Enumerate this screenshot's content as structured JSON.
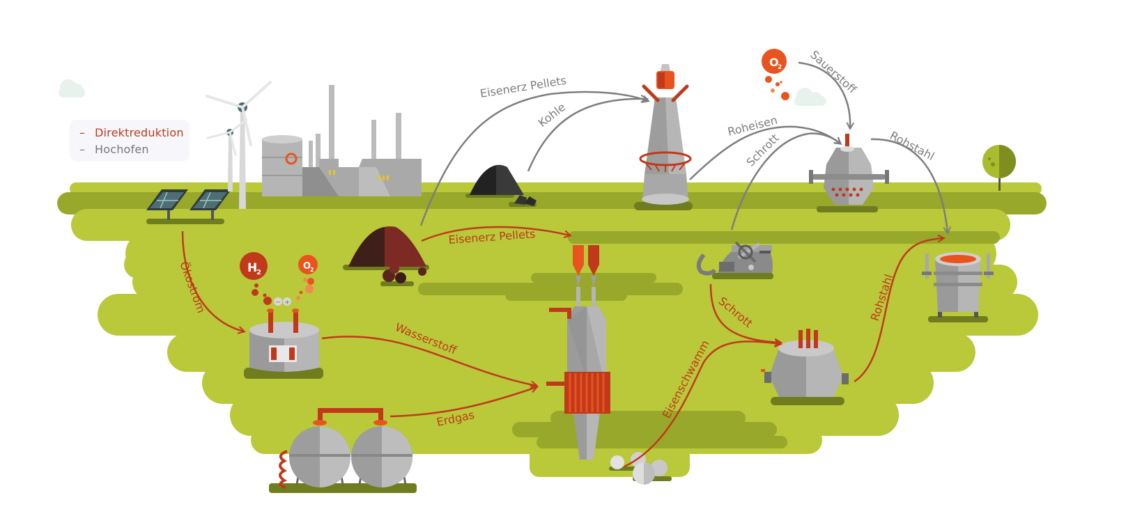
{
  "legend": {
    "items": [
      {
        "label": "Direktreduktion",
        "color": "#c0391b"
      },
      {
        "label": "Hochofen",
        "color": "#777777"
      }
    ]
  },
  "colors": {
    "grass_light": "#b9c93a",
    "grass_dark": "#97a82b",
    "shadow": "#6f7d1f",
    "red": "#c0391b",
    "orange": "#e8541e",
    "gray_line": "#7d7d7d",
    "gray_mid": "#9a9a9a",
    "gray_light": "#c4c4c4"
  },
  "labels": {
    "eisenerz_pellets_top": "Eisenerz Pellets",
    "kohle": "Kohle",
    "roheisen": "Roheisen",
    "schrott_top": "Schrott",
    "sauerstoff": "Sauerstoff",
    "rohstahl_top": "Rohstahl",
    "eisenerz_pellets_red": "Eisenerz Pellets",
    "oekostrom": "Ökostrom",
    "wasserstoff": "Wasserstoff",
    "erdgas": "Erdgas",
    "eisenschwamm": "Eisenschwamm",
    "schrott_red": "Schrott",
    "rohstahl_red": "Rohstahl"
  },
  "badges": {
    "o2_top": {
      "main": "O",
      "sub": "2"
    },
    "h2": {
      "main": "H",
      "sub": "2"
    },
    "o2_left": {
      "main": "O",
      "sub": "2"
    },
    "plus": "+",
    "minus": "−"
  }
}
